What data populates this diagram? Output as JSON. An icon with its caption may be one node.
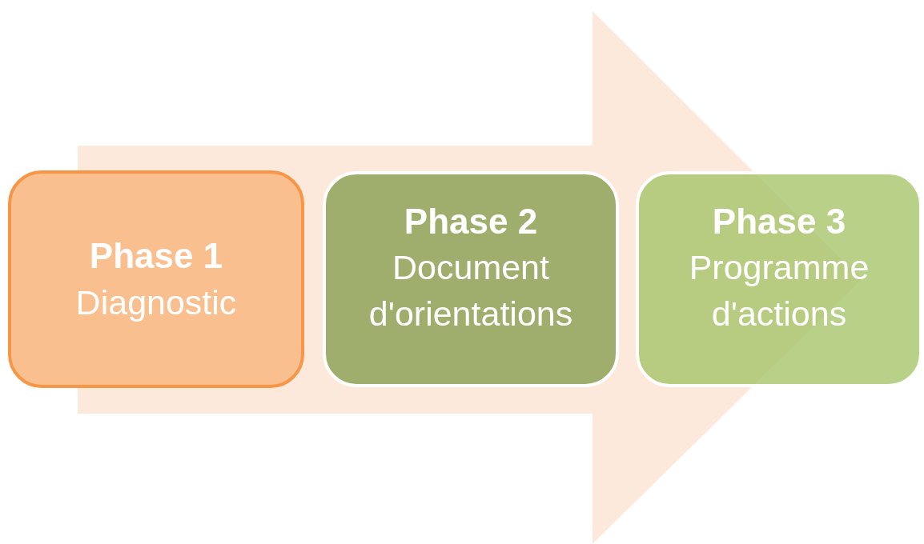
{
  "diagram": {
    "nodes": [
      {
        "text": [
          "Phase 1",
          "Diagnostic"
        ]
      },
      {
        "text": [
          "Phase 2",
          "Document d'orientations"
        ]
      },
      {
        "text": [
          "Phase 3",
          "Programme d'actions"
        ]
      }
    ],
    "edges": [
      {
        "from": 0,
        "to": 2,
        "arrow": "to"
      }
    ]
  }
}
